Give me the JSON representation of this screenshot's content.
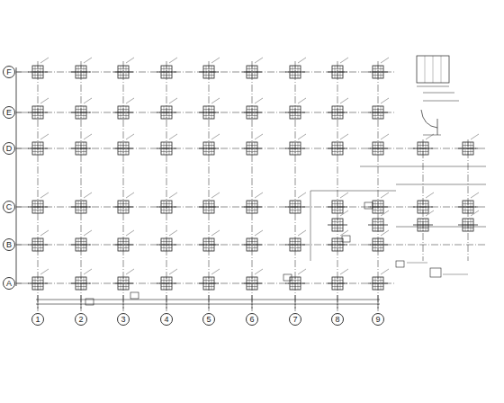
{
  "diagram": {
    "nodes": [
      {
        "text": [
          "F"
        ]
      },
      {
        "text": [
          "E"
        ]
      },
      {
        "text": [
          "D"
        ]
      },
      {
        "text": [
          "C"
        ]
      },
      {
        "text": [
          "B"
        ]
      },
      {
        "text": [
          "A"
        ]
      },
      {
        "text": [
          "1"
        ]
      },
      {
        "text": [
          "2"
        ]
      },
      {
        "text": [
          "3"
        ]
      },
      {
        "text": [
          "4"
        ]
      },
      {
        "text": [
          "5"
        ]
      },
      {
        "text": [
          "6"
        ]
      },
      {
        "text": [
          "7"
        ]
      },
      {
        "text": [
          "8"
        ]
      },
      {
        "text": [
          "9"
        ]
      }
    ],
    "edges": []
  }
}
